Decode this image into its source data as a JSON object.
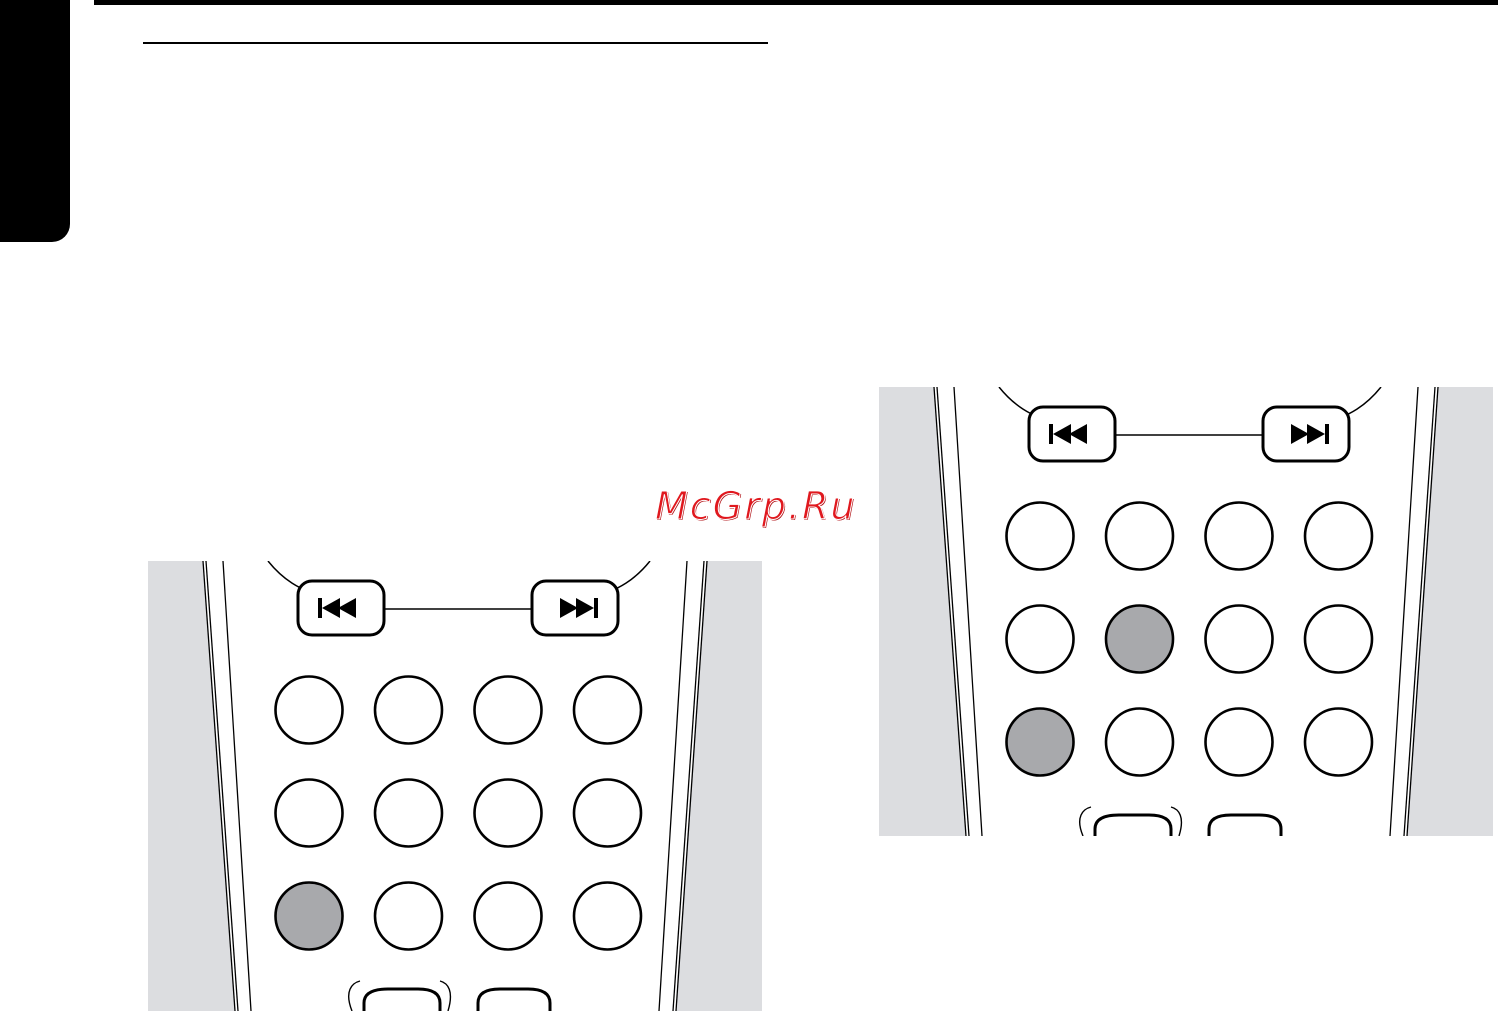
{
  "watermark": {
    "text": "McGrp.Ru",
    "color": "#e0181e"
  },
  "colors": {
    "body_gray": "#dcdde0",
    "key_highlight": "#a8a9ac",
    "outline": "#000000"
  },
  "remotes": [
    {
      "name": "remote-illustration-left",
      "controls": {
        "prev": "previous-track-icon",
        "next": "next-track-icon"
      },
      "keypad_rows": 3,
      "keypad_cols": 4,
      "highlighted_keys": [
        [
          2,
          0
        ]
      ]
    },
    {
      "name": "remote-illustration-right",
      "controls": {
        "prev": "previous-track-icon",
        "next": "next-track-icon"
      },
      "keypad_rows": 3,
      "keypad_cols": 4,
      "highlighted_keys": [
        [
          1,
          1
        ],
        [
          2,
          0
        ]
      ]
    }
  ]
}
